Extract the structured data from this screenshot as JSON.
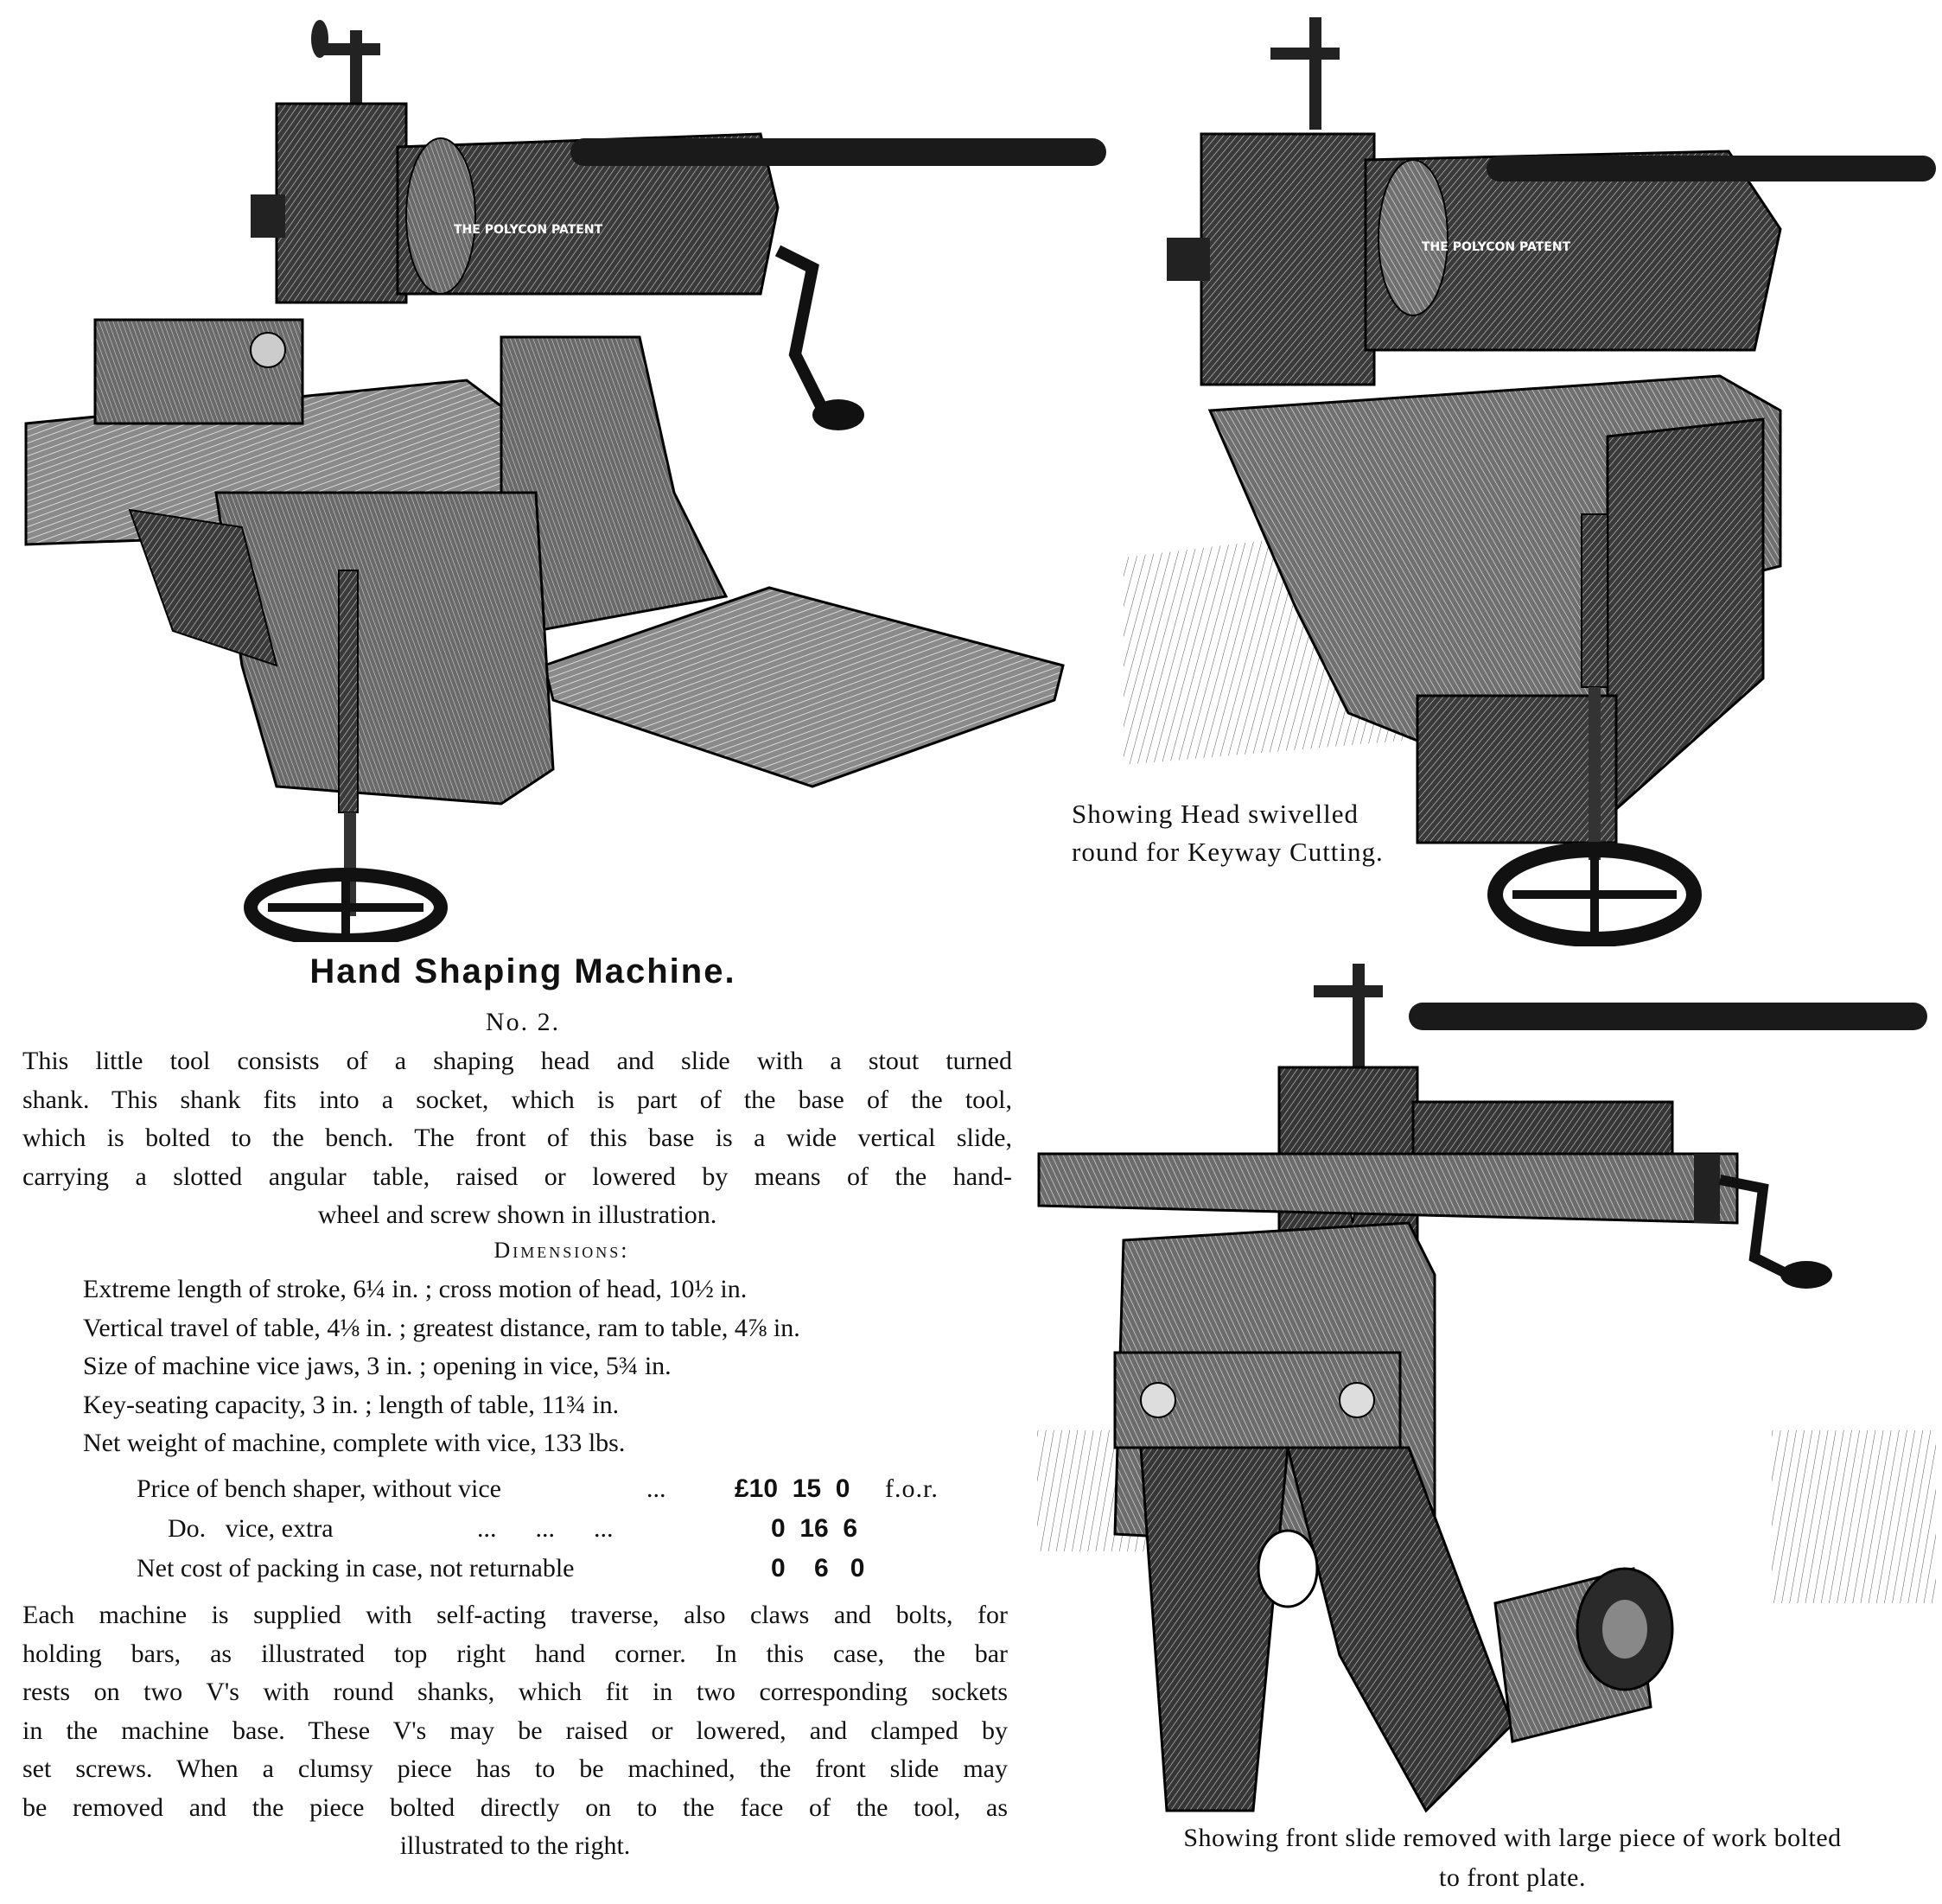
{
  "illustrations": {
    "top_left": {
      "alt": "Hand shaping machine, No. 2",
      "plate_text": "THE POLYCON PATENT"
    },
    "top_right": {
      "alt": "Hand shaping machine, head swivelled",
      "plate_text": "THE POLYCON PATENT"
    },
    "bottom_right": {
      "alt": "Hand shaping machine, front slide removed"
    }
  },
  "captions": {
    "top_right": [
      "Showing Head swivelled",
      "round for Keyway Cutting."
    ],
    "bottom_right": [
      "Showing front slide removed with large piece of work bolted",
      "to front plate."
    ]
  },
  "heading": {
    "title": "Hand Shaping Machine.",
    "subtitle": "No. 2."
  },
  "intro_lines": [
    "This little tool consists of a shaping head and slide with a stout turned",
    "shank. This shank fits into a socket, which is part of the base of the tool,",
    "which is bolted to the bench. The front of this base is a wide vertical slide,",
    "carrying a slotted angular table, raised or lowered by means of the hand-",
    "wheel and screw shown in illustration."
  ],
  "dimensions": {
    "heading": "Dimensions:",
    "lines": [
      "Extreme length of stroke, 6¼ in. ; cross motion of head, 10½ in.",
      "Vertical travel of table, 4⅛ in. ; greatest distance, ram to table, 4⅞ in.",
      "Size of machine vice jaws, 3 in. ; opening in vice, 5¾ in.",
      "Key-seating capacity, 3 in. ; length of table, 11¾ in.",
      "Net weight of machine, complete with vice, 133 lbs."
    ]
  },
  "prices": [
    {
      "label": "Price of bench shaper, without vice",
      "dots": "...",
      "value": "£10  15  0",
      "note": "f.o.r."
    },
    {
      "label": "Do.   vice, extra",
      "dots": "...      ...      ...",
      "value": "0  16  6",
      "note": ""
    },
    {
      "label": "Net cost of packing in case, not returnable",
      "dots": "",
      "value": "0    6   0",
      "note": ""
    }
  ],
  "closing_lines": [
    "Each machine is supplied with self-acting traverse, also claws and bolts, for",
    "holding bars, as illustrated top right hand corner. In this case, the bar",
    "rests on two V's with round shanks, which fit in two corresponding sockets",
    "in the machine base. These V's may be raised or lowered, and clamped by",
    "set screws. When a clumsy piece has to be machined, the front slide may",
    "be removed and the piece bolted directly on to the face of the tool, as",
    "illustrated to the right."
  ]
}
